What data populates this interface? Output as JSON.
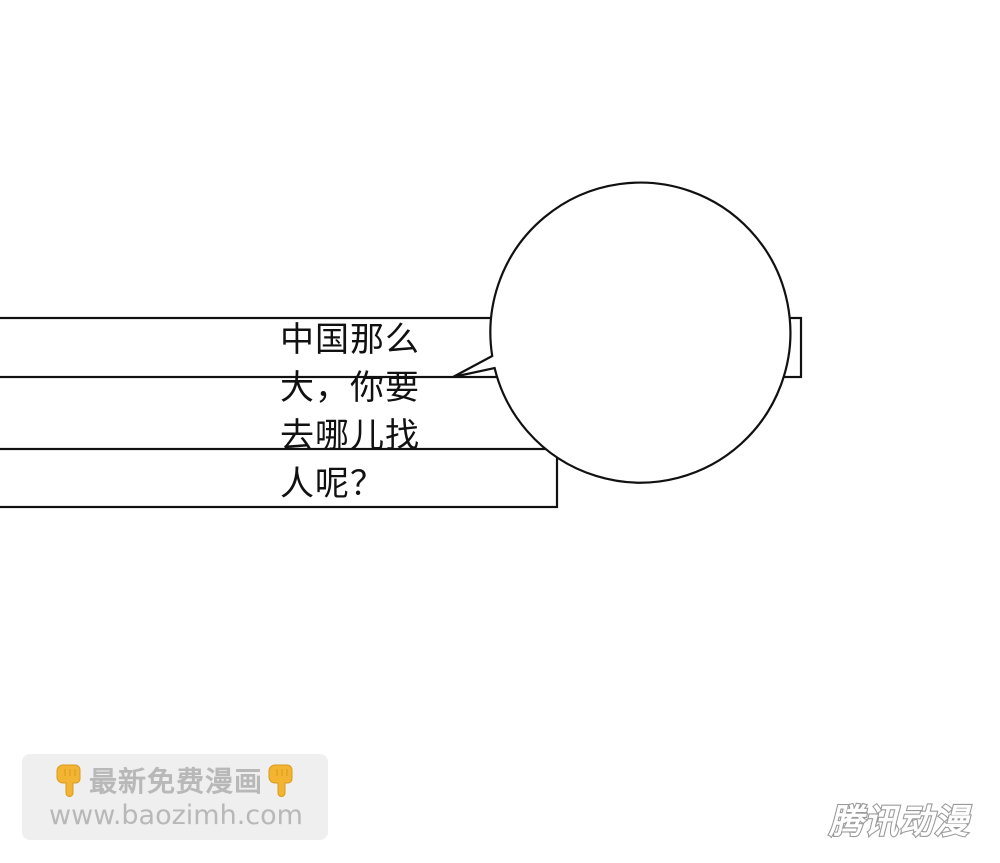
{
  "speech_bubble": {
    "lines": [
      "中国那么",
      "大，你要",
      "去哪儿找",
      "人呢？"
    ]
  },
  "watermark": {
    "title": "最新免费漫画",
    "url": "www.baozimh.com",
    "icon": "pointing-down-hand-icon",
    "icon_color": "#f2b431"
  },
  "logo": {
    "text": "腾讯动漫"
  },
  "colors": {
    "background": "#ffffff",
    "line": "#111111",
    "watermark_text": "#b8b8b8"
  }
}
